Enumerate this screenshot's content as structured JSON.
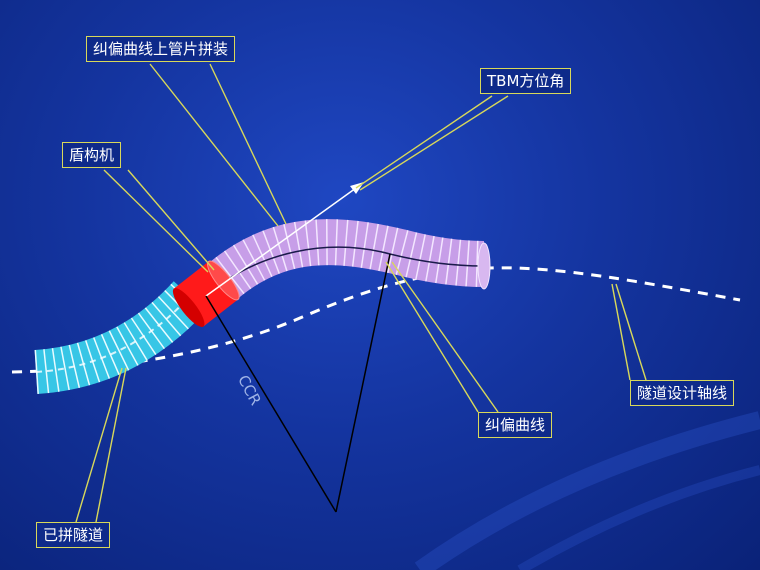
{
  "labels": {
    "segment_assembly": "纠偏曲线上管片拼装",
    "tbm_azimuth": "TBM方位角",
    "shield_machine": "盾构机",
    "assembled_tunnel": "已拼隧道",
    "correction_curve": "纠偏曲线",
    "design_axis": "隧道设计轴线",
    "ccr": "CCR"
  },
  "colors": {
    "background": "#1a3fb5",
    "assembled_tunnel": "#37c6e6",
    "correction_segments": "#c79ee8",
    "shield_machine": "#ff1a1a",
    "design_axis": "#ffffff",
    "callout_border": "#d8d85a"
  }
}
